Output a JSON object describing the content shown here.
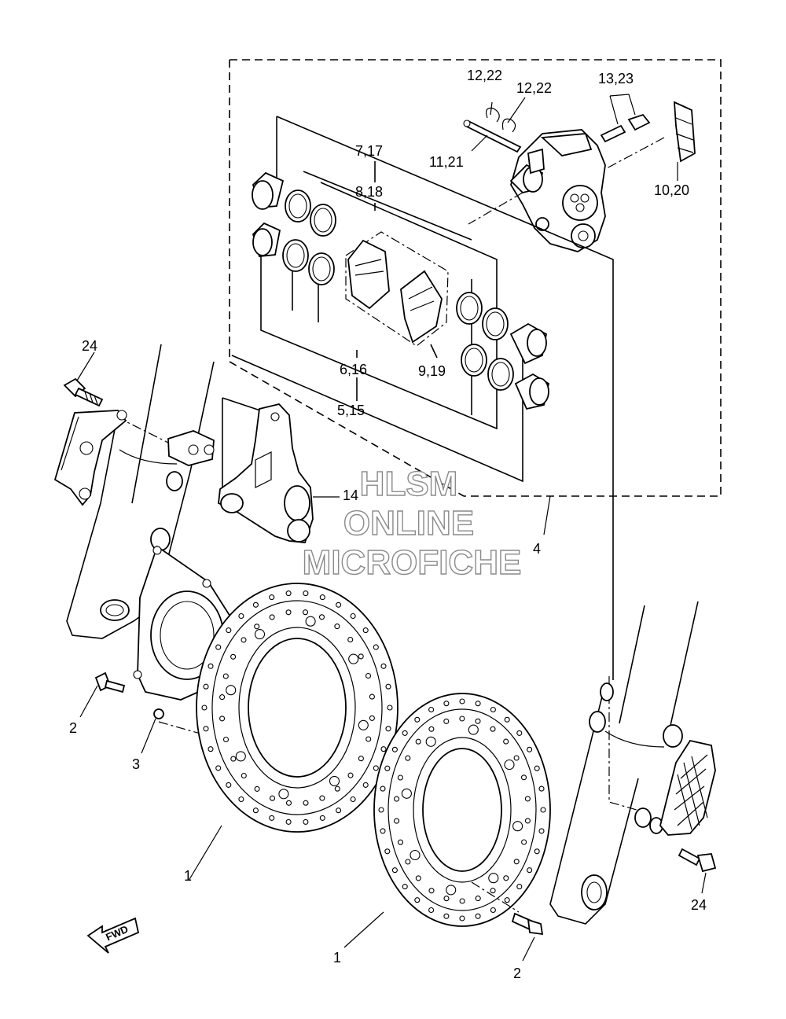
{
  "callouts": {
    "c_12_22_a": "12,22",
    "c_12_22_b": "12,22",
    "c_13_23": "13,23",
    "c_11_21": "11,21",
    "c_10_20": "10,20",
    "c_7_17": "7,17",
    "c_8_18": "8,18",
    "c_6_16": "6,16",
    "c_5_15": "5,15",
    "c_9_19": "9,19",
    "c_24_left": "24",
    "c_14": "14",
    "c_4": "4",
    "c_2_left": "2",
    "c_3": "3",
    "c_1_left": "1",
    "c_1_right": "1",
    "c_2_right": "2",
    "c_24_right": "24"
  },
  "watermark": {
    "line1": "HLSM",
    "line2": "ONLINE",
    "line3": "MICROFICHE"
  },
  "direction_arrow": {
    "label": "FWD"
  }
}
